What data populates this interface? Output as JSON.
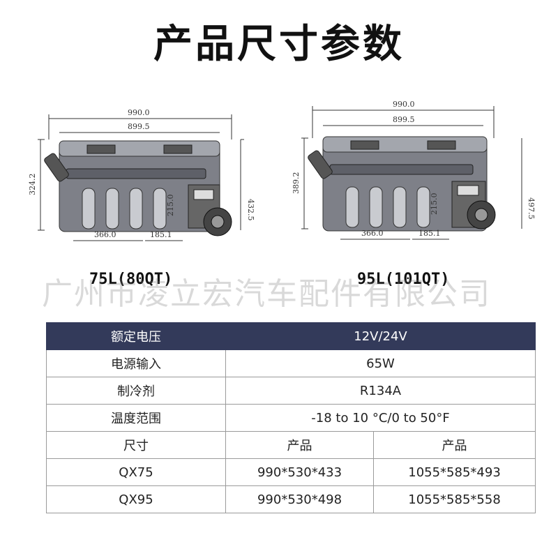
{
  "title": "产品尺寸参数",
  "watermark": "广州市凌立宏汽车配件有限公司",
  "drawings": [
    {
      "model_label": "75L(80QT)",
      "dims": {
        "overall_width": "990.0",
        "body_width": "899.5",
        "height_body": "324.2",
        "height_total": "432.5",
        "inner_height": "215.0",
        "lower_left": "366.0",
        "lower_right": "185.1"
      }
    },
    {
      "model_label": "95L(101QT)",
      "dims": {
        "overall_width": "990.0",
        "body_width": "899.5",
        "height_body": "389.2",
        "height_total": "497.5",
        "inner_height": "215.0",
        "lower_left": "366.0",
        "lower_right": "185.1"
      }
    }
  ],
  "spec_table": {
    "rows": [
      {
        "label": "额定电压",
        "value": "12V/24V"
      },
      {
        "label": "电源输入",
        "value": "65W"
      },
      {
        "label": "制冷剂",
        "value": "R134A"
      },
      {
        "label": "温度范围",
        "value": "-18 to 10 °C/0 to 50°F"
      }
    ],
    "size_header": {
      "label": "尺寸",
      "col1": "产品",
      "col2": "产品"
    },
    "size_rows": [
      {
        "model": "QX75",
        "col1": "990*530*433",
        "col2": "1055*585*493"
      },
      {
        "model": "QX95",
        "col1": "990*530*498",
        "col2": "1055*585*558"
      }
    ]
  },
  "colors": {
    "table_header_bg": "#333a5a",
    "table_border": "#9a9a9a"
  }
}
